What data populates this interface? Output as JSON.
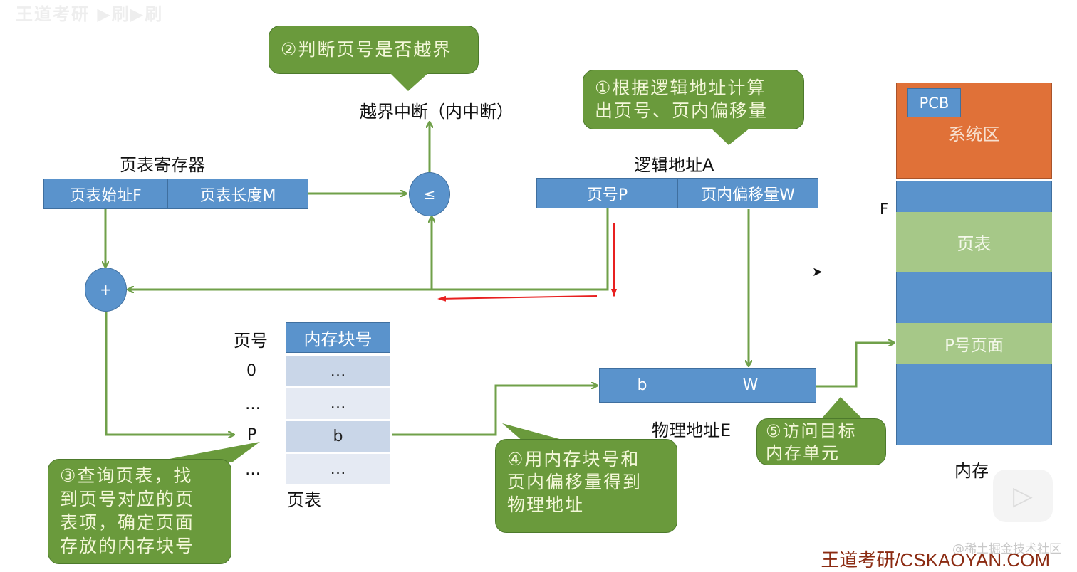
{
  "watermark_top": "王道考研 ▶刷▶刷",
  "callouts": {
    "step1": "①根据逻辑地址计算\n出页号、页内偏移量",
    "step2": "②判断页号是否越界",
    "step3": "③查询页表，找\n到页号对应的页\n表项，确定页面\n存放的内存块号",
    "step4": "④用内存块号和\n页内偏移量得到\n物理地址",
    "step5": "⑤访问目标\n内存单元"
  },
  "interrupt_label": "越界中断（内中断）",
  "page_table_register": {
    "title": "页表寄存器",
    "fields": [
      "页表始址F",
      "页表长度M"
    ]
  },
  "compare_symbol": "≤",
  "add_symbol": "+",
  "logical_address": {
    "title": "逻辑地址A",
    "fields": [
      "页号P",
      "页内偏移量W"
    ]
  },
  "page_table": {
    "caption": "页表",
    "page_no_header": "页号",
    "block_no_header": "内存块号",
    "rows": [
      {
        "page": "0",
        "block": "…"
      },
      {
        "page": "…",
        "block": "…"
      },
      {
        "page": "P",
        "block": "b"
      },
      {
        "page": "…",
        "block": "…"
      }
    ]
  },
  "physical_address": {
    "title": "物理地址E",
    "fields": [
      "b",
      "W"
    ]
  },
  "memory": {
    "caption": "内存",
    "pcb": "PCB",
    "system_area": "系统区",
    "f_marker": "F",
    "page_table_area": "页表",
    "p_page_area": "P号页面"
  },
  "colors": {
    "blue": "#5a93cc",
    "green": "#6a9a3c",
    "light_green": "#a6c888",
    "orange": "#e07138",
    "arrow_green": "#70a04a",
    "red": "#e82020"
  },
  "footer": {
    "juejin": "@稀土掘金技术社区",
    "brand": "王道考研/CSKAOYAN.COM"
  }
}
